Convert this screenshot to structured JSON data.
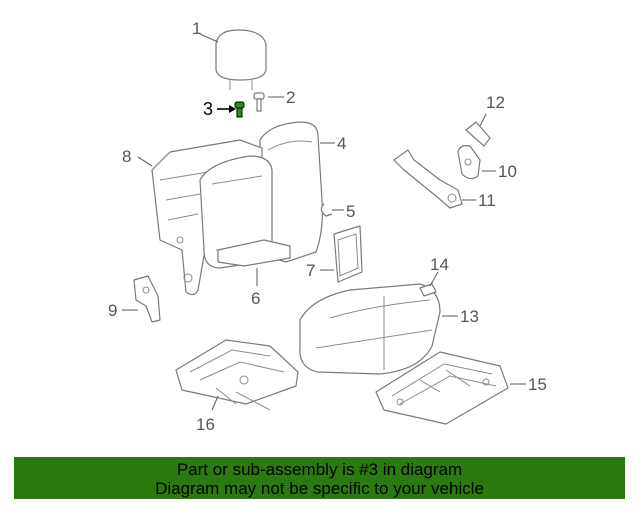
{
  "callouts": {
    "c1": "1",
    "c2": "2",
    "c3": "3",
    "c4": "4",
    "c5": "5",
    "c6": "6",
    "c7": "7",
    "c8": "8",
    "c9": "9",
    "c10": "10",
    "c11": "11",
    "c12": "12",
    "c13": "13",
    "c14": "14",
    "c15": "15",
    "c16": "16"
  },
  "highlight_color": "#2e8b1e",
  "banner": {
    "line1": "Part or sub-assembly is #3 in diagram",
    "line2": "Diagram may not be specific to your vehicle",
    "background": "#2a7a0f"
  }
}
